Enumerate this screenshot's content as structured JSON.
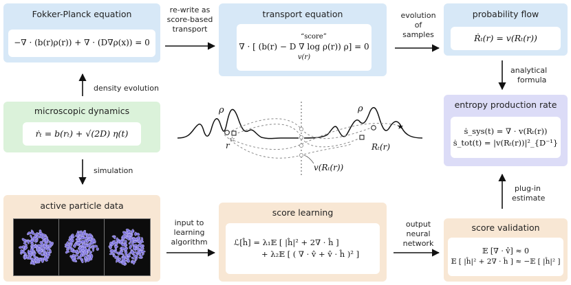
{
  "boxes": {
    "fokker_planck": {
      "title": "Fokker-Planck equation",
      "equation": "−∇ · (b(r)ρ(r)) + ∇ · (D∇ρ(x)) = 0"
    },
    "transport": {
      "title": "transport equation",
      "score_label": "“score”",
      "equation": "∇ · [ (b(r) − D ∇ log ρ(r)) ρ] = 0",
      "underbrace_label": "v(r)"
    },
    "probability_flow": {
      "title": "probability flow",
      "equation": "Ṙₜ(r) = v(Rₜ(r))"
    },
    "microscopic": {
      "title": "microscopic dynamics",
      "equation": "ṙₜ = b(rₜ) + √(2D) η(t)"
    },
    "entropy": {
      "title": "entropy production rate",
      "equation_sys": "ṡ_sys(t) = ∇ · v(Rₜ(r))",
      "equation_tot": "ṡ_tot(t) = |v(Rₜ(r))|²_{D⁻¹}"
    },
    "active_data": {
      "title": "active particle data"
    },
    "score_learning": {
      "title": "score learning",
      "equation_line1": "ℒ[ĥ] = λ₁𝔼 [ |ĥ|² + 2∇ · ĥ ]",
      "equation_line2": "+ λ₂𝔼 [ ( ∇ · v̂ + v̂ · ĥ )² ]"
    },
    "score_validation": {
      "title": "score validation",
      "equation_line1": "𝔼 [∇ · v̂] ≈ 0",
      "equation_line2": "𝔼 [ |ĥ|² + 2∇ · ĥ ] ≈ −𝔼 [ |ĥ|² ]"
    }
  },
  "arrows": {
    "rewrite": [
      "re-write as",
      "score-based",
      "transport"
    ],
    "evolution": [
      "evolution",
      "of",
      "samples"
    ],
    "analytical": [
      "analytical",
      "formula"
    ],
    "density": "density evolution",
    "simulation": "simulation",
    "plugin": [
      "plug-in",
      "estimate"
    ],
    "input": [
      "input to",
      "learning",
      "algorithm"
    ],
    "output": [
      "output",
      "neural",
      "network"
    ]
  },
  "illustration": {
    "rho_left": "ρ",
    "rho_right": "ρ",
    "r_label": "r",
    "Rt_label": "Rₜ(r)",
    "v_label": "v(Rₜ(r))"
  },
  "colors": {
    "blue_box": "#d7e8f7",
    "green_box": "#dbf2da",
    "tan_box": "#f8e7d4",
    "violet_box": "#dcdcf7",
    "particles": "#7a6fd8"
  }
}
